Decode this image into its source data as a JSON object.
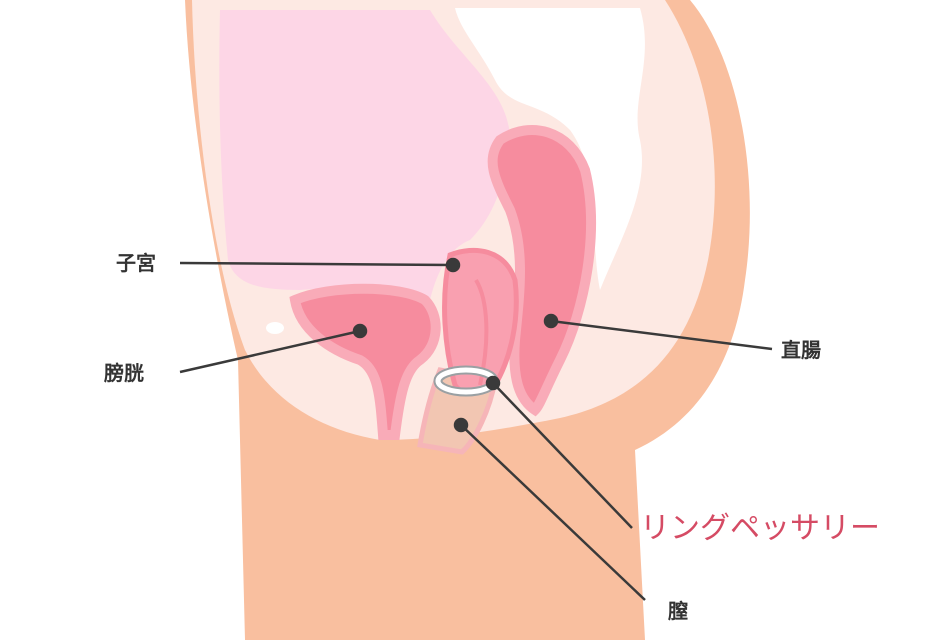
{
  "labels": {
    "uterus": "子宮",
    "bladder": "膀胱",
    "rectum": "直腸",
    "ring_pessary": "リングペッサリー",
    "vagina": "膣"
  },
  "colors": {
    "skin": "#f9bf9f",
    "inner": "#fde9e3",
    "abdomen": "#fdd6e6",
    "organ": "#f68c9e",
    "organ_outline": "#f9abb8",
    "vagina": "#f2c6b2",
    "leader": "#3a3a3a",
    "highlight_text": "#d54b64"
  }
}
